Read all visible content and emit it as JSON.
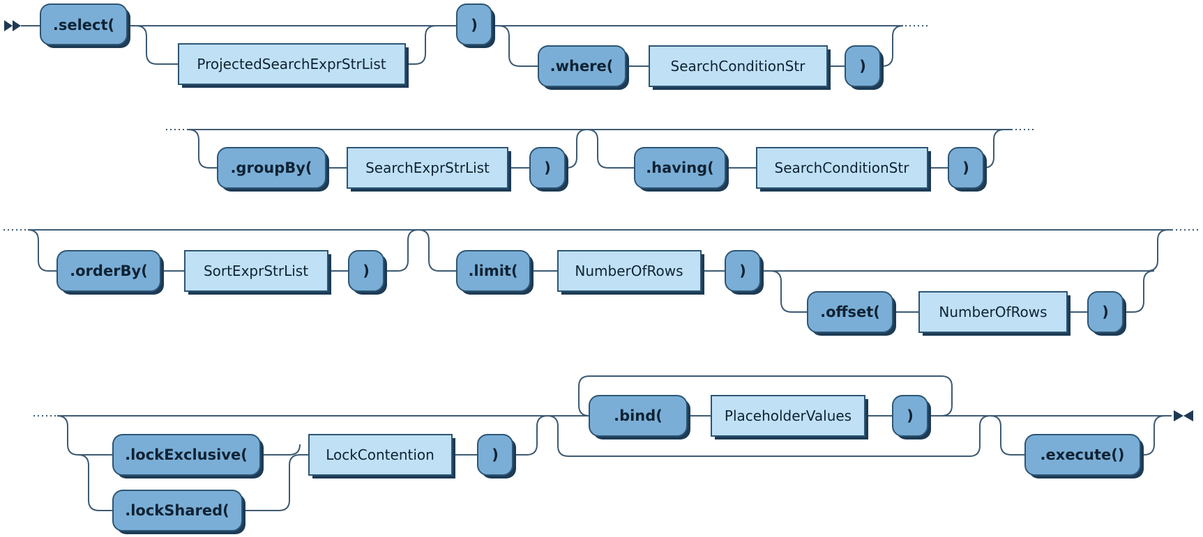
{
  "diagram": {
    "rows": [
      {
        "terminals": [
          ".select(",
          ")",
          ".where(",
          ")"
        ],
        "nonterminals": [
          "ProjectedSearchExprStrList",
          "SearchConditionStr"
        ]
      },
      {
        "terminals": [
          ".groupBy(",
          ")",
          ".having(",
          ")"
        ],
        "nonterminals": [
          "SearchExprStrList",
          "SearchConditionStr"
        ]
      },
      {
        "terminals": [
          ".orderBy(",
          ")",
          ".limit(",
          ")",
          ".offset(",
          ")"
        ],
        "nonterminals": [
          "SortExprStrList",
          "NumberOfRows",
          "NumberOfRows"
        ]
      },
      {
        "terminals": [
          ".lockExclusive(",
          ".lockShared(",
          ")",
          ".bind(",
          ")",
          ".execute()"
        ],
        "nonterminals": [
          "LockContention",
          "PlaceholderValues"
        ]
      }
    ],
    "colors": {
      "terminal_fill": "#7aaed6",
      "nonterminal_fill": "#bfe0f5",
      "stroke": "#2d5574",
      "line": "#3d5a72"
    }
  }
}
